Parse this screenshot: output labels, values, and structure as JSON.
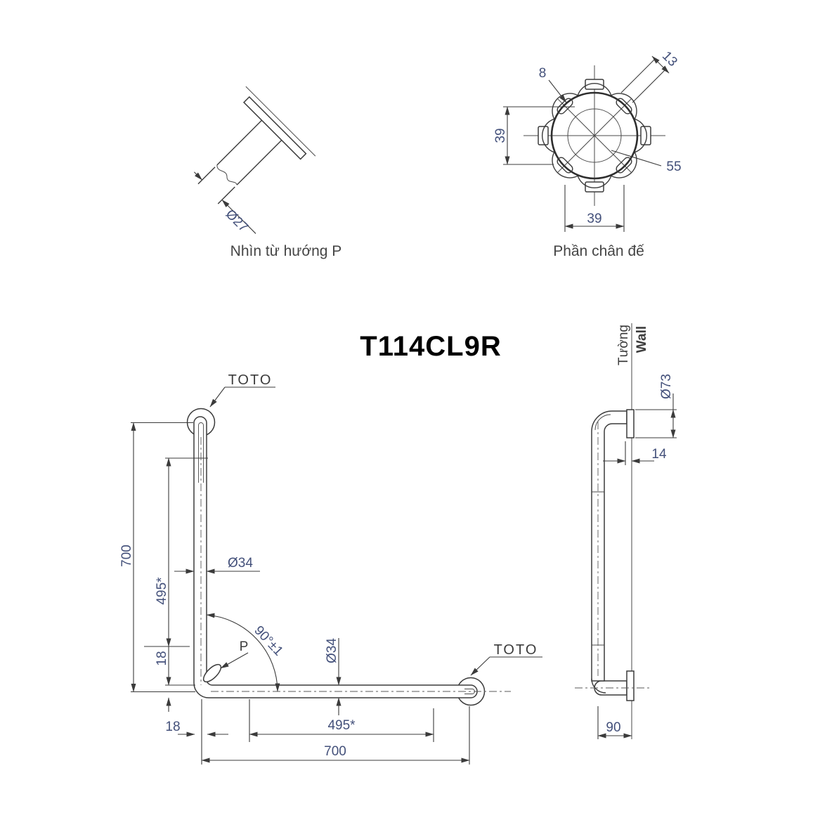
{
  "title": "T114CL9R",
  "colors": {
    "line": "#3b3b3b",
    "dimension_text": "#43507a",
    "label_text": "#3d3d3d",
    "title_text": "#000000"
  },
  "view_p": {
    "caption": "Nhìn từ hướng P",
    "pipe_diameter": "Ø27"
  },
  "view_base": {
    "caption": "Phần chân đế",
    "slot_width": "8",
    "slot_length": "13",
    "pitch_vertical": "39",
    "pitch_horizontal": "39",
    "body_diameter": "55"
  },
  "view_front": {
    "brand_top": "TOTO",
    "brand_right": "TOTO",
    "point_label": "P",
    "height_total": "700",
    "width_total": "700",
    "grip_vertical": "495*",
    "grip_horizontal": "495*",
    "offset_vertical": "18",
    "offset_horizontal": "18",
    "bar_diameter_vertical": "Ø34",
    "bar_diameter_horizontal": "Ø34",
    "bend_angle": "90°±1"
  },
  "view_side": {
    "wall_label_vi": "Tường",
    "wall_label_en": "Wall",
    "flange_diameter": "Ø73",
    "elbow_offset": "14",
    "standoff": "90"
  }
}
